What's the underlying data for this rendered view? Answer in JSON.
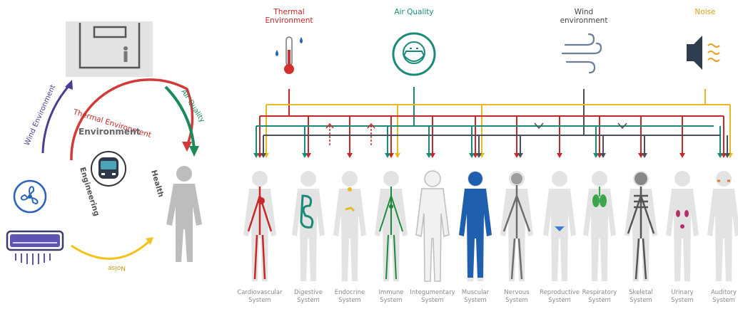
{
  "left_panel": {
    "center_label": "Environment",
    "arc_labels": {
      "wind": "Wind Environment",
      "thermal": "Thermal Environment",
      "air": "Air Quality",
      "engineering": "Engineering",
      "health": "Health",
      "noise": "Noise"
    },
    "icons": [
      "building-icon",
      "metro-train-icon",
      "fan-icon",
      "air-conditioner-icon",
      "human-figure-icon"
    ]
  },
  "factors": [
    {
      "key": "thermal",
      "label_lines": [
        "Thermal",
        "Environment"
      ],
      "color": "#c62828",
      "icon": "thermometer-icon"
    },
    {
      "key": "air",
      "label_lines": [
        "Air Quality"
      ],
      "color": "#1a8a78",
      "icon": "face-mask-icon"
    },
    {
      "key": "wind",
      "label_lines": [
        "Wind",
        "environment"
      ],
      "color": "#4a4f5c",
      "icon": "wind-icon"
    },
    {
      "key": "noise",
      "label_lines": [
        "Noise"
      ],
      "color": "#e8b923",
      "icon": "speaker-noise-icon"
    }
  ],
  "systems": [
    {
      "label_lines": [
        "Cardiovascular",
        "System"
      ],
      "organ_color": "#c62828"
    },
    {
      "label_lines": [
        "Digestive",
        "System"
      ],
      "organ_color": "#1a8a78"
    },
    {
      "label_lines": [
        "Endocrine",
        "System"
      ],
      "organ_color": "#e8b923"
    },
    {
      "label_lines": [
        "Immune",
        "System"
      ],
      "organ_color": "#1a8a3a"
    },
    {
      "label_lines": [
        "Integumentary",
        "System"
      ],
      "organ_color": "#bdbdbd"
    },
    {
      "label_lines": [
        "Muscular",
        "System"
      ],
      "organ_color": "#1f5fae"
    },
    {
      "label_lines": [
        "Nervous",
        "System"
      ],
      "organ_color": "#6d6d6d"
    },
    {
      "label_lines": [
        "Reproductive",
        "System"
      ],
      "organ_color": "#3b7fd1"
    },
    {
      "label_lines": [
        "Respiratory",
        "System"
      ],
      "organ_color": "#3aa64a"
    },
    {
      "label_lines": [
        "Skeletal",
        "System"
      ],
      "organ_color": "#555555"
    },
    {
      "label_lines": [
        "Urinary",
        "System"
      ],
      "organ_color": "#b0306a"
    },
    {
      "label_lines": [
        "Auditory",
        "System"
      ],
      "organ_color": "#e07a2c"
    }
  ],
  "links": {
    "thermal": [
      0,
      1,
      2,
      3,
      4,
      5,
      6,
      7,
      8,
      9,
      10,
      11
    ],
    "air": [
      0,
      1,
      3,
      4,
      5,
      8,
      11
    ],
    "wind": [
      0,
      5,
      6,
      8,
      9,
      11
    ],
    "noise": [
      0,
      3,
      5,
      11
    ]
  }
}
